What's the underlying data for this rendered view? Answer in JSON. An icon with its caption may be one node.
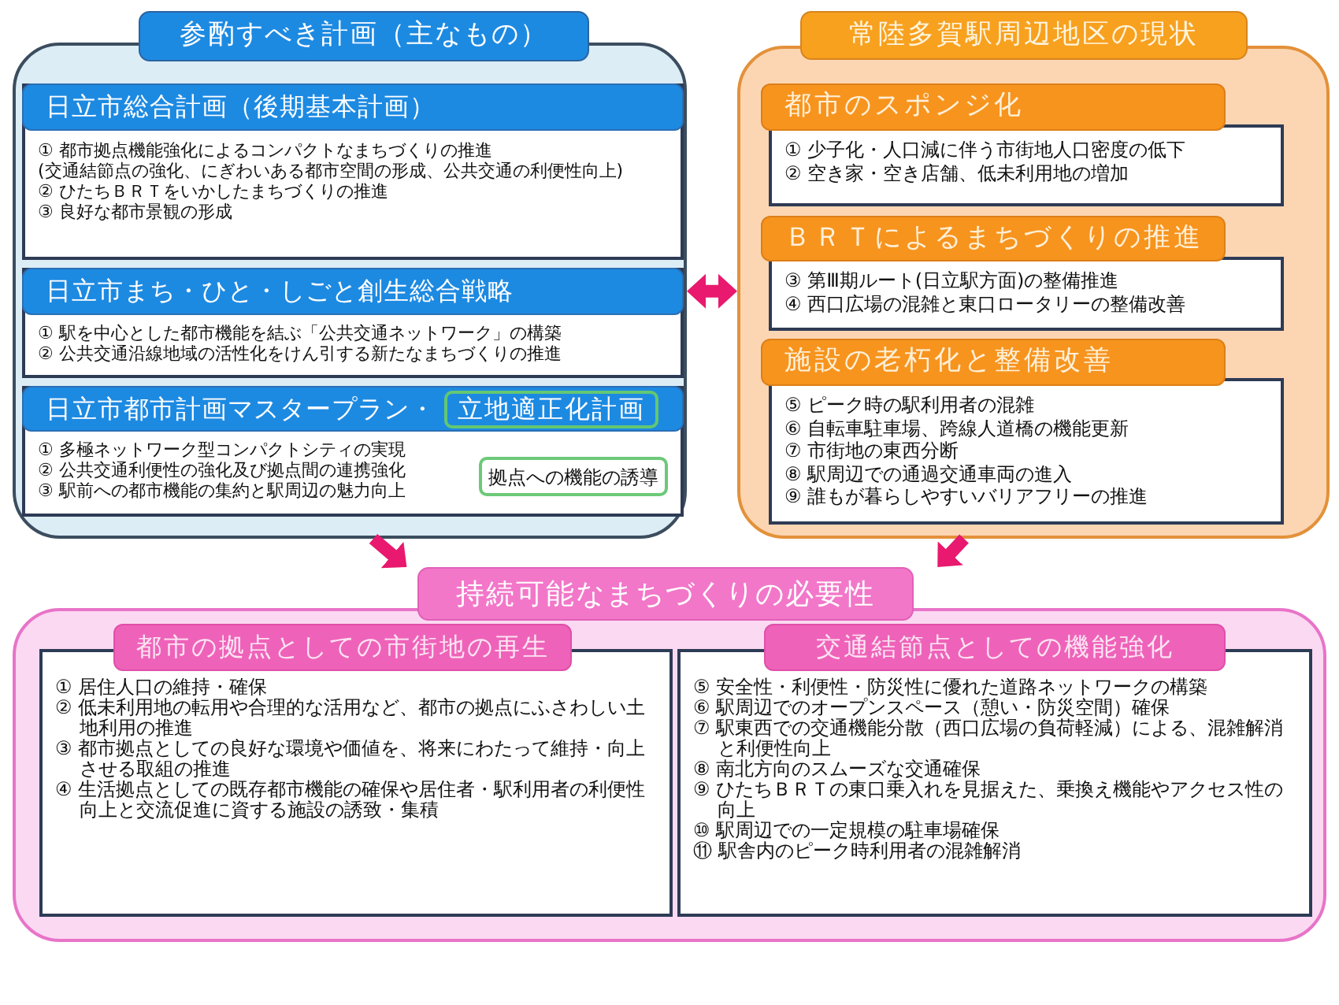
{
  "diagram": {
    "nodes": [
      {
        "text": [
          "参酌すべき計画（主なもの）"
        ]
      },
      {
        "text": [
          "日立市総合計画（後期基本計画）",
          "① 都市拠点機能強化によるコンパクトなまちづくりの推進",
          "(交通結節点の強化、にぎわいある都市空間の形成、公共交通の利便性向上)",
          "② ひたちＢＲＴをいかしたまちづくりの推進",
          "③ 良好な都市景観の形成"
        ],
        "in": 0
      },
      {
        "text": [
          "日立市まち・ひと・しごと創生総合戦略",
          "① 駅を中心とした都市機能を結ぶ「公共交通ネットワーク」の構築",
          "② 公共交通沿線地域の活性化をけん引する新たなまちづくりの推進"
        ],
        "in": 0
      },
      {
        "text": [
          "日立市都市計画マスタープラン・",
          "① 多極ネットワーク型コンパクトシティの実現",
          "② 公共交通利便性の強化及び拠点間の連携強化",
          "③ 駅前への都市機能の集約と駅周辺の魅力向上"
        ],
        "in": 0
      },
      {
        "text": [
          "立地適正化計画"
        ],
        "in": 3
      },
      {
        "text": [
          "拠点への機能の誘導"
        ],
        "in": 3
      },
      {
        "text": [
          "常陸多賀駅周辺地区の現状"
        ]
      },
      {
        "text": [
          "都市のスポンジ化",
          "① 少子化・人口減に伴う市街地人口密度の低下",
          "② 空き家・空き店舗、低未利用地の増加"
        ],
        "in": 6
      },
      {
        "text": [
          "ＢＲＴによるまちづくりの推進",
          "③ 第Ⅲ期ルート(日立駅方面)の整備推進",
          "④ 西口広場の混雑と東口ロータリーの整備改善"
        ],
        "in": 6
      },
      {
        "text": [
          "施設の老朽化と整備改善",
          "⑤ ピーク時の駅利用者の混雑",
          "⑥ 自転車駐車場、跨線人道橋の機能更新",
          "⑦ 市街地の東西分断",
          "⑧ 駅周辺での通過交通車両の進入",
          "⑨ 誰もが暮らしやすいバリアフリーの推進"
        ],
        "in": 6
      },
      {
        "text": [
          "持続可能なまちづくりの必要性"
        ]
      },
      {
        "text": [
          "都市の拠点としての市街地の再生",
          "① 居住人口の維持・確保",
          "② 低未利用地の転用や合理的な活用など、都市の拠点にふさわしい土地利用の推進",
          "③ 都市拠点としての良好な環境や価値を、将来にわたって維持・向上させる取組の推進",
          "④ 生活拠点としての既存都市機能の確保や居住者・駅利用者の利便性向上と交流促進に資する施設の誘致・集積"
        ],
        "in": 10
      },
      {
        "text": [
          "交通結節点としての機能強化",
          "⑤ 安全性・利便性・防災性に優れた道路ネットワークの構築",
          "⑥ 駅周辺でのオープンスペース（憩い・防災空間）確保",
          "⑦ 駅東西での交通機能分散（西口広場の負荷軽減）による、混雑解消と利便性向上",
          "⑧ 南北方向のスムーズな交通確保",
          "⑨ ひたちＢＲＴの東口乗入れを見据えた、乗換え機能やアクセス性の向上",
          "⑩ 駅周辺での一定規模の駐車場確保",
          "⑪ 駅舎内のピーク時利用者の混雑解消"
        ],
        "in": 10
      }
    ],
    "edges": [
      {
        "from": 0,
        "to": 6,
        "arrow": "both"
      },
      {
        "from": 0,
        "to": 10,
        "arrow": "to"
      },
      {
        "from": 6,
        "to": 10,
        "arrow": "to"
      }
    ]
  }
}
